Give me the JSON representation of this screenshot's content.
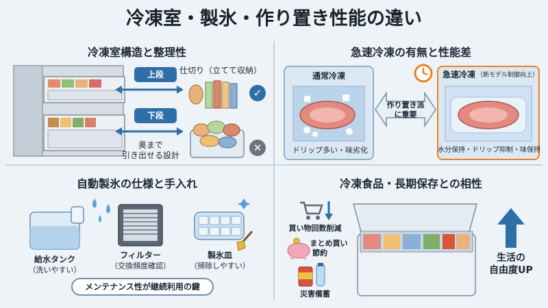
{
  "title": "冷凍室・製氷・作り置き性能の違い",
  "sections": {
    "storage": {
      "title": "冷凍室構造と整理性",
      "upper_tag": "上段",
      "upper_caption": "仕切り（立てて収納）",
      "lower_tag": "下段",
      "lower_caption_1": "奥まで",
      "lower_caption_2": "引き出せる設計",
      "upper_status": "✓",
      "lower_status": "✕"
    },
    "quick_freeze": {
      "title": "急速冷凍の有無と性能差",
      "normal_label": "通常冷凍",
      "normal_caption": "ドリップ多い・味劣化",
      "quick_label": "急速冷凍",
      "quick_note": "（新モデル制御向上）",
      "quick_caption": "水分保持・ドリップ抑制・味保持",
      "center_label_1": "作り置き派",
      "center_label_2": "に重要"
    },
    "ice": {
      "title": "自動製氷の仕様と手入れ",
      "tank_label": "給水タンク",
      "tank_sub": "（洗いやすい）",
      "filter_label": "フィルター",
      "filter_sub": "（交換頻度確認）",
      "tray_label": "製氷皿",
      "tray_sub": "（掃除しやすい）",
      "footer": "メンテナンス性が継続利用の鍵"
    },
    "frozen_food": {
      "title": "冷凍食品・長期保存との相性",
      "bulk_label": "買い物回数削減",
      "save_label_1": "まとめ買い",
      "save_label_2": "節約",
      "disaster_label": "災害備蓄",
      "freedom_1": "生活の",
      "freedom_2": "自由度UP"
    }
  },
  "icons": [
    "check-icon",
    "cross-icon",
    "clock-icon",
    "cart-icon",
    "piggy-bank-icon",
    "brush-icon",
    "up-arrow-icon"
  ],
  "colors": {
    "accent": "#2f6fa8",
    "orange": "#e8821e",
    "ok": "#2f6fa8",
    "ng": "#6b7480"
  }
}
